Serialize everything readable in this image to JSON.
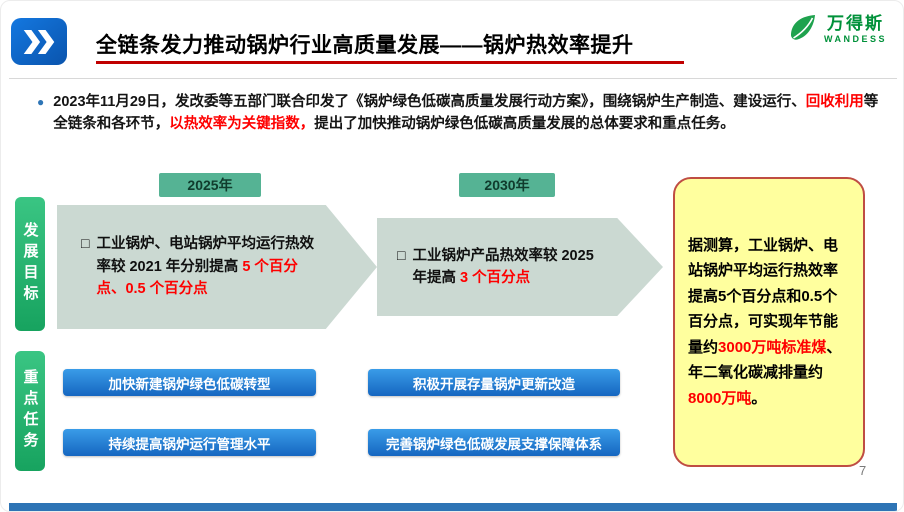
{
  "header": {
    "title": "全链条发力推动锅炉行业高质量发展——锅炉热效率提升",
    "logo_cn": "万得斯",
    "logo_en": "WANDESS"
  },
  "icons": {
    "bullet": "●",
    "checkbox": "□"
  },
  "intro": {
    "seg1": "2023年11月29日，发改委等五部门联合印发了《锅炉绿色低碳高质量发展行动方案》，围绕锅炉生产制造、建设运行、",
    "seg2_red": "回收利用",
    "seg3": "等全链条和各环节，",
    "seg4_red": "以热效率为关键指数，",
    "seg5": "提出了加快推动锅炉绿色低碳高质量发展的总体要求和重点任务。"
  },
  "sections": {
    "goals_label": "发展目标",
    "tasks_label": "重点任务"
  },
  "milestones": {
    "year1": "2025年",
    "year2": "2030年",
    "goal1": {
      "text": "工业锅炉、电站锅炉平均运行热效率较 2021 年分别提高 ",
      "highlight": "5 个百分点、0.5 个百分点"
    },
    "goal2": {
      "text": "工业锅炉产品热效率较 2025 年提高 ",
      "highlight": "3 个百分点"
    }
  },
  "callout": {
    "seg1": "据测算，工业锅炉、电站锅炉平均运行热效率提高5个百分点和0.5个百分点，可实现年节能量约",
    "seg2_red": "3000万吨标准煤",
    "seg3": "、年二氧化碳减排量约",
    "seg4_red": "8000万吨",
    "seg5": "。"
  },
  "tasks": [
    "加快新建锅炉绿色低碳转型",
    "积极开展存量锅炉更新改造",
    "持续提高锅炉运行管理水平",
    "完善锅炉绿色低碳发展支撑保障体系"
  ],
  "page_number": "7",
  "colors": {
    "accent_red": "#fe0000",
    "green_label": "#22ab67",
    "teal_tag": "#55b394",
    "arrow_fill": "#cbd9d2",
    "callout_bg": "#ffff9e",
    "callout_border": "#bf4d43",
    "button_blue": "#1d74cf",
    "footer_blue": "#2e74b5",
    "logo_green": "#00913a"
  }
}
